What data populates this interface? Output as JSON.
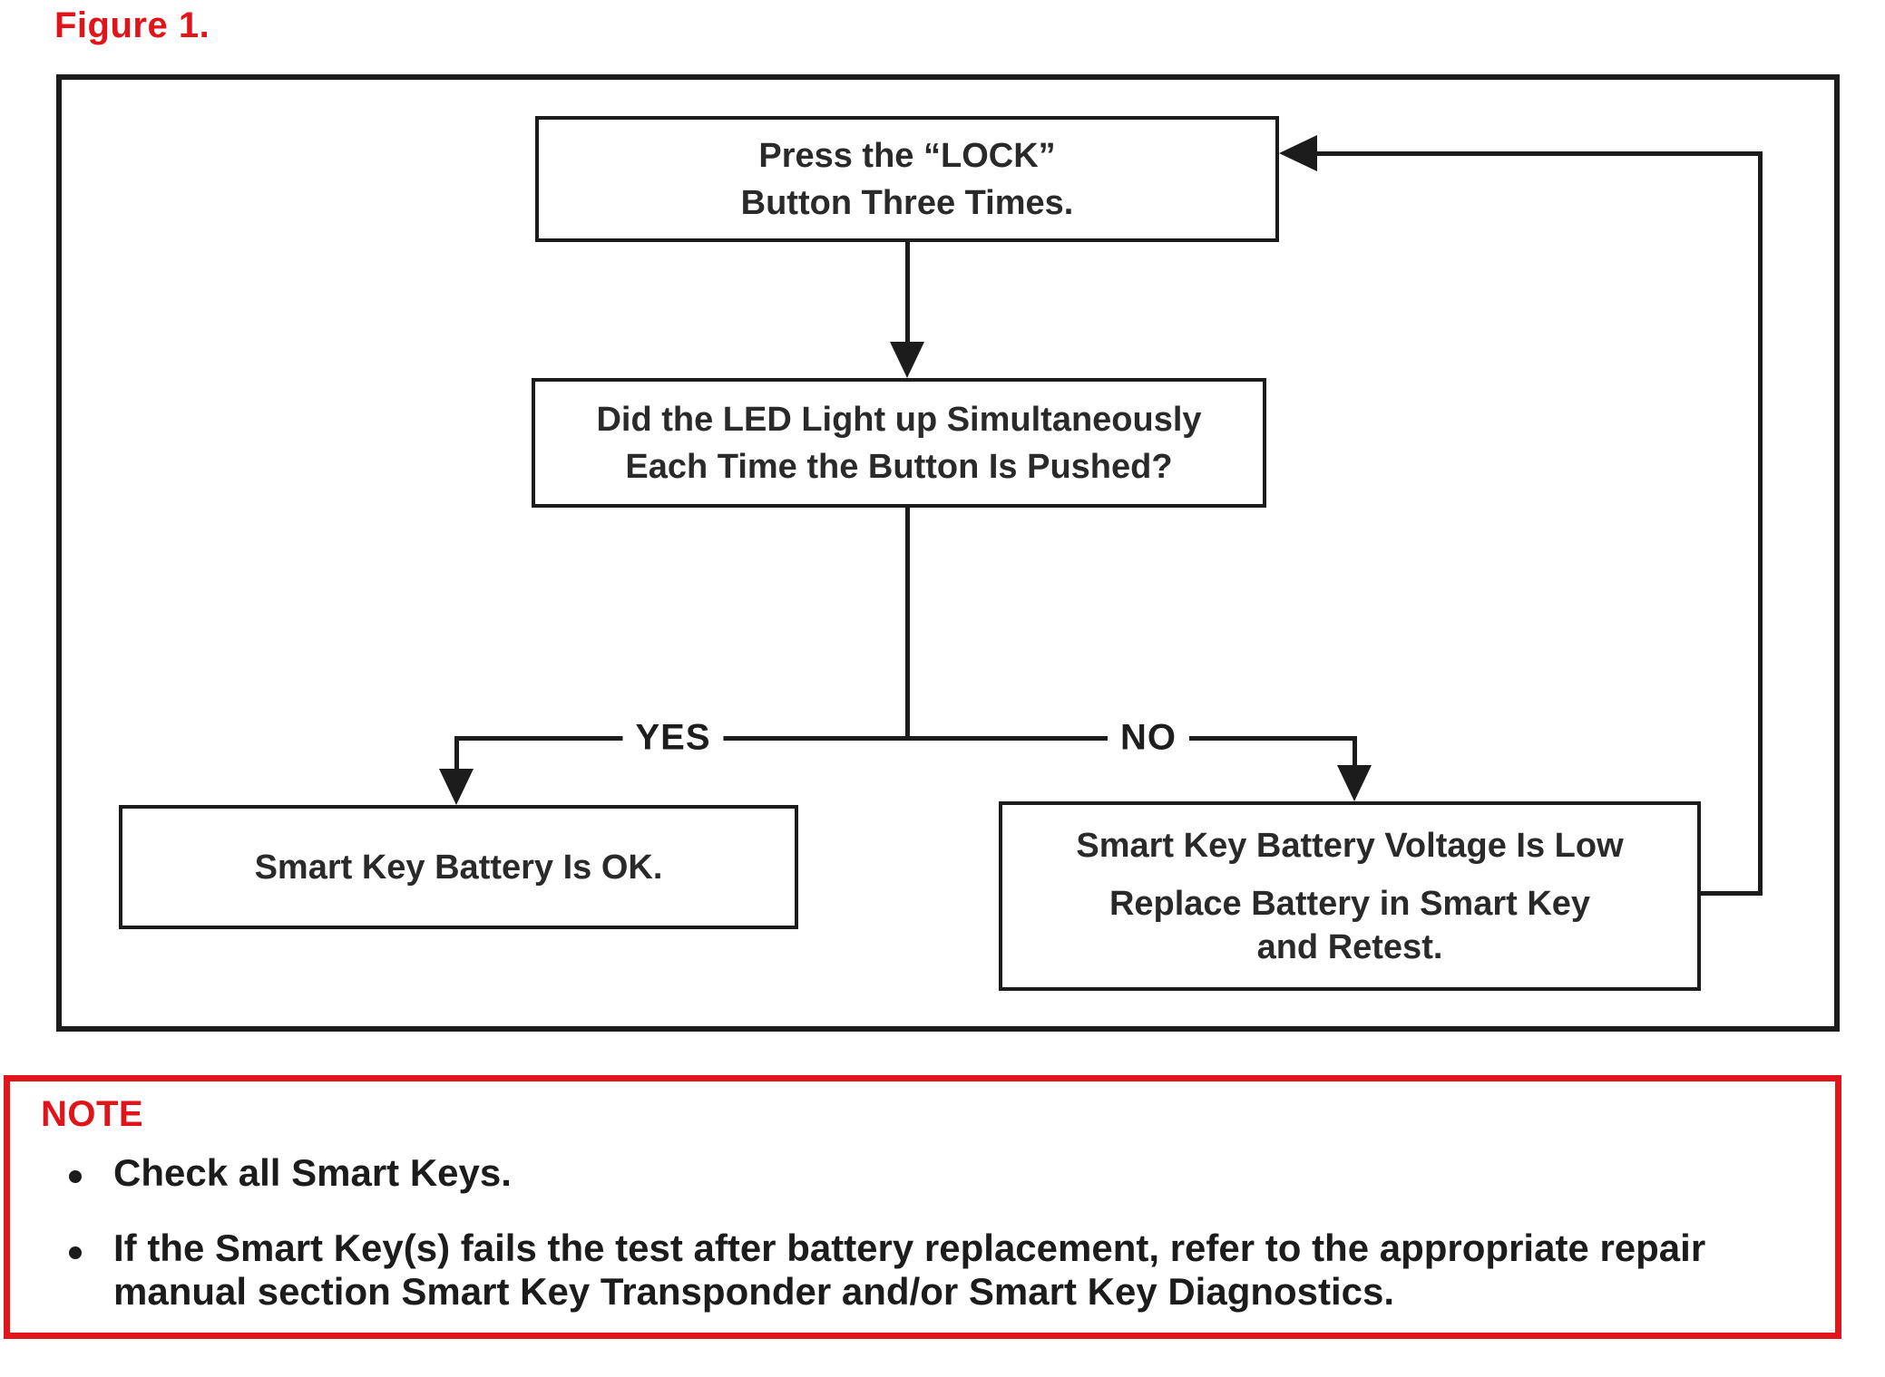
{
  "figure_label": "Figure 1.",
  "colors": {
    "accent_red": "#e01419",
    "line_black": "#1c1c1c",
    "text_black": "#2a2a2a",
    "background": "#ffffff"
  },
  "flowchart": {
    "box_press_lock": {
      "lines": [
        "Press the “LOCK”",
        "Button Three Times."
      ]
    },
    "box_led_question": {
      "lines": [
        "Did the LED Light up Simultaneously",
        "Each Time the Button Is Pushed?"
      ]
    },
    "label_yes": "YES",
    "label_no": "NO",
    "box_battery_ok": {
      "text": "Smart Key Battery Is OK."
    },
    "box_battery_low": {
      "line1": "Smart Key Battery Voltage Is Low",
      "lines2": [
        "Replace Battery in Smart Key",
        "and Retest."
      ]
    }
  },
  "note": {
    "heading": "NOTE",
    "bullets": [
      {
        "lines": [
          "Check all Smart Keys.",
          ""
        ]
      },
      {
        "lines": [
          "If the Smart Key(s) fails the test after battery replacement, refer to the appropriate repair",
          "manual section Smart Key Transponder and/or Smart Key Diagnostics."
        ]
      }
    ]
  }
}
